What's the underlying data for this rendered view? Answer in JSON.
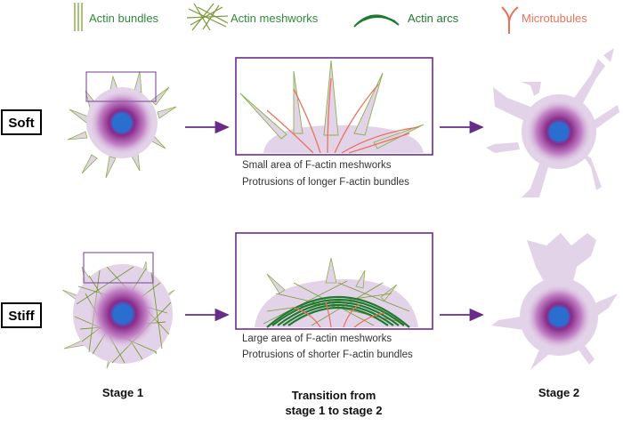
{
  "legend": [
    {
      "key": "actin-bundles",
      "label": "Actin bundles",
      "color": "#2e8b3a"
    },
    {
      "key": "actin-meshworks",
      "label": "Actin meshworks",
      "color": "#2e8b3a"
    },
    {
      "key": "actin-arcs",
      "label": "Actin arcs",
      "color": "#2e8b3a"
    },
    {
      "key": "microtubules",
      "label": "Microtubules",
      "color": "#e8735a"
    }
  ],
  "rows": {
    "soft": {
      "label": "Soft",
      "transition_text": [
        "Small area of F-actin meshworks",
        "Protrusions of longer F-actin bundles"
      ]
    },
    "stiff": {
      "label": "Stiff",
      "transition_text": [
        "Large area of F-actin meshworks",
        "Protrusions of shorter F-actin bundles"
      ]
    }
  },
  "stages": {
    "stage1": "Stage 1",
    "transition_line1": "Transition  from",
    "transition_line2": "stage 1 to stage 2",
    "stage2": "Stage 2"
  },
  "colors": {
    "frame": "#6a2c8a",
    "arrow": "#6a2c8a",
    "cell_fill": "#e3d3e8",
    "nucleus": "#2a6fd0",
    "bundle": "#7a9a3a",
    "arc": "#1f7a2e",
    "microtubule": "#e8735a"
  }
}
